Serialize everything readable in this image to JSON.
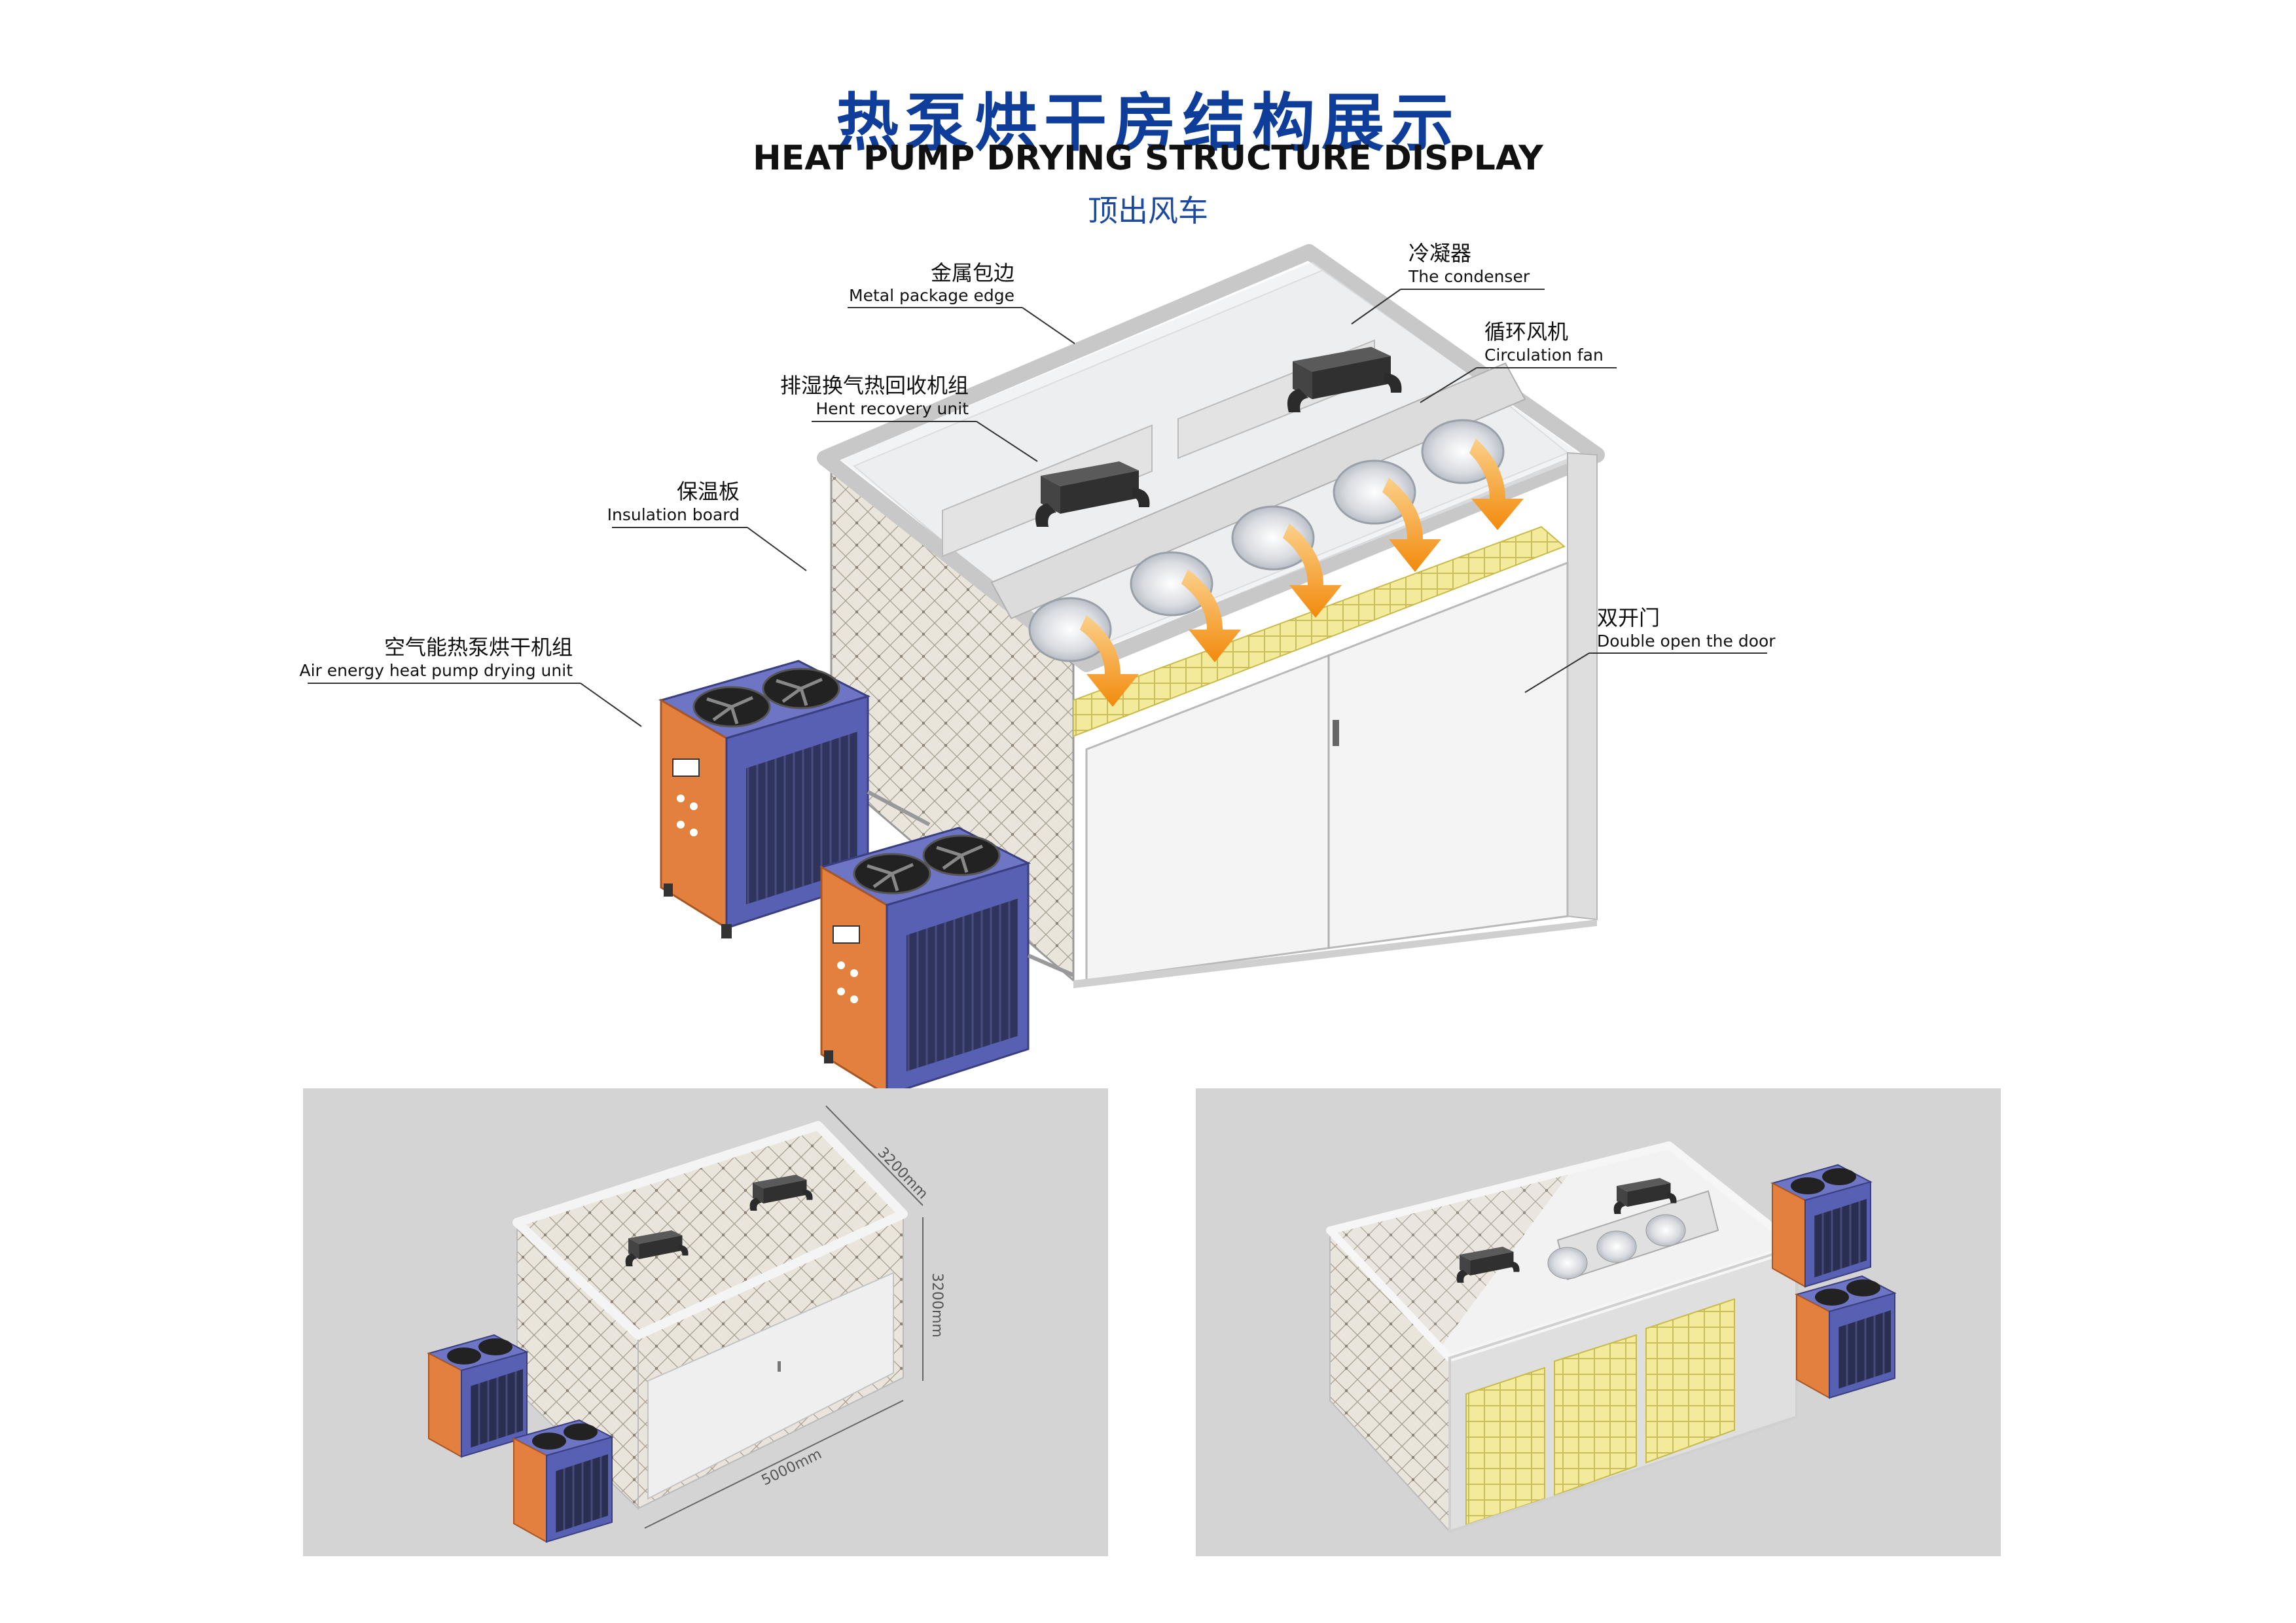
{
  "header": {
    "title_cn": "热泵烘干房结构展示",
    "title_en": "HEAT PUMP DRYING STRUCTURE DISPLAY",
    "subtitle": "顶出风车"
  },
  "labels": {
    "metal_edge": {
      "cn": "金属包边",
      "en": "Metal package edge"
    },
    "condenser": {
      "cn": "冷凝器",
      "en": "The condenser"
    },
    "circulation_fan": {
      "cn": "循环风机",
      "en": "Circulation fan"
    },
    "heat_recovery": {
      "cn": "排湿换气热回收机组",
      "en": "Hent recovery unit"
    },
    "insulation_board": {
      "cn": "保温板",
      "en": "Insulation board"
    },
    "double_door": {
      "cn": "双开门",
      "en": "Double open the door"
    },
    "air_unit": {
      "cn": "空气能热泵烘干机组",
      "en": "Air energy heat pump drying unit"
    }
  },
  "dimensions": {
    "depth": "3200mm",
    "height": "3200mm",
    "length": "5000mm"
  },
  "colors": {
    "title_blue": "#0f3e9a",
    "unit_blue": "#5860b4",
    "unit_side_orange": "#e3803e",
    "airflow_orange": "#f59b1e",
    "tray_yellow": "#f2e79a",
    "panel_gray": "#d4d4d4"
  },
  "icons": [
    "fan-icon",
    "airflow-arrow-icon",
    "door-handle-icon"
  ]
}
